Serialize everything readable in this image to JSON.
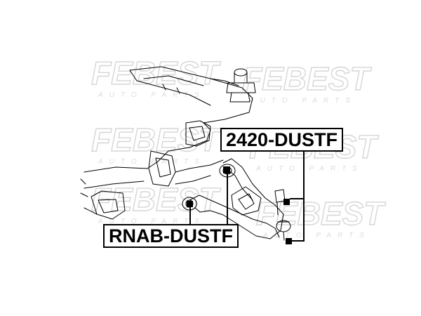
{
  "watermark": {
    "brand": "FEBEST",
    "tagline": "AUTO PARTS"
  },
  "part_labels": {
    "upper_right": "2420-DUSTF",
    "lower_left": "RNAB-DUSTF"
  },
  "colors": {
    "line": "#000000",
    "watermark": "#d6d6d6",
    "background": "#ffffff"
  }
}
